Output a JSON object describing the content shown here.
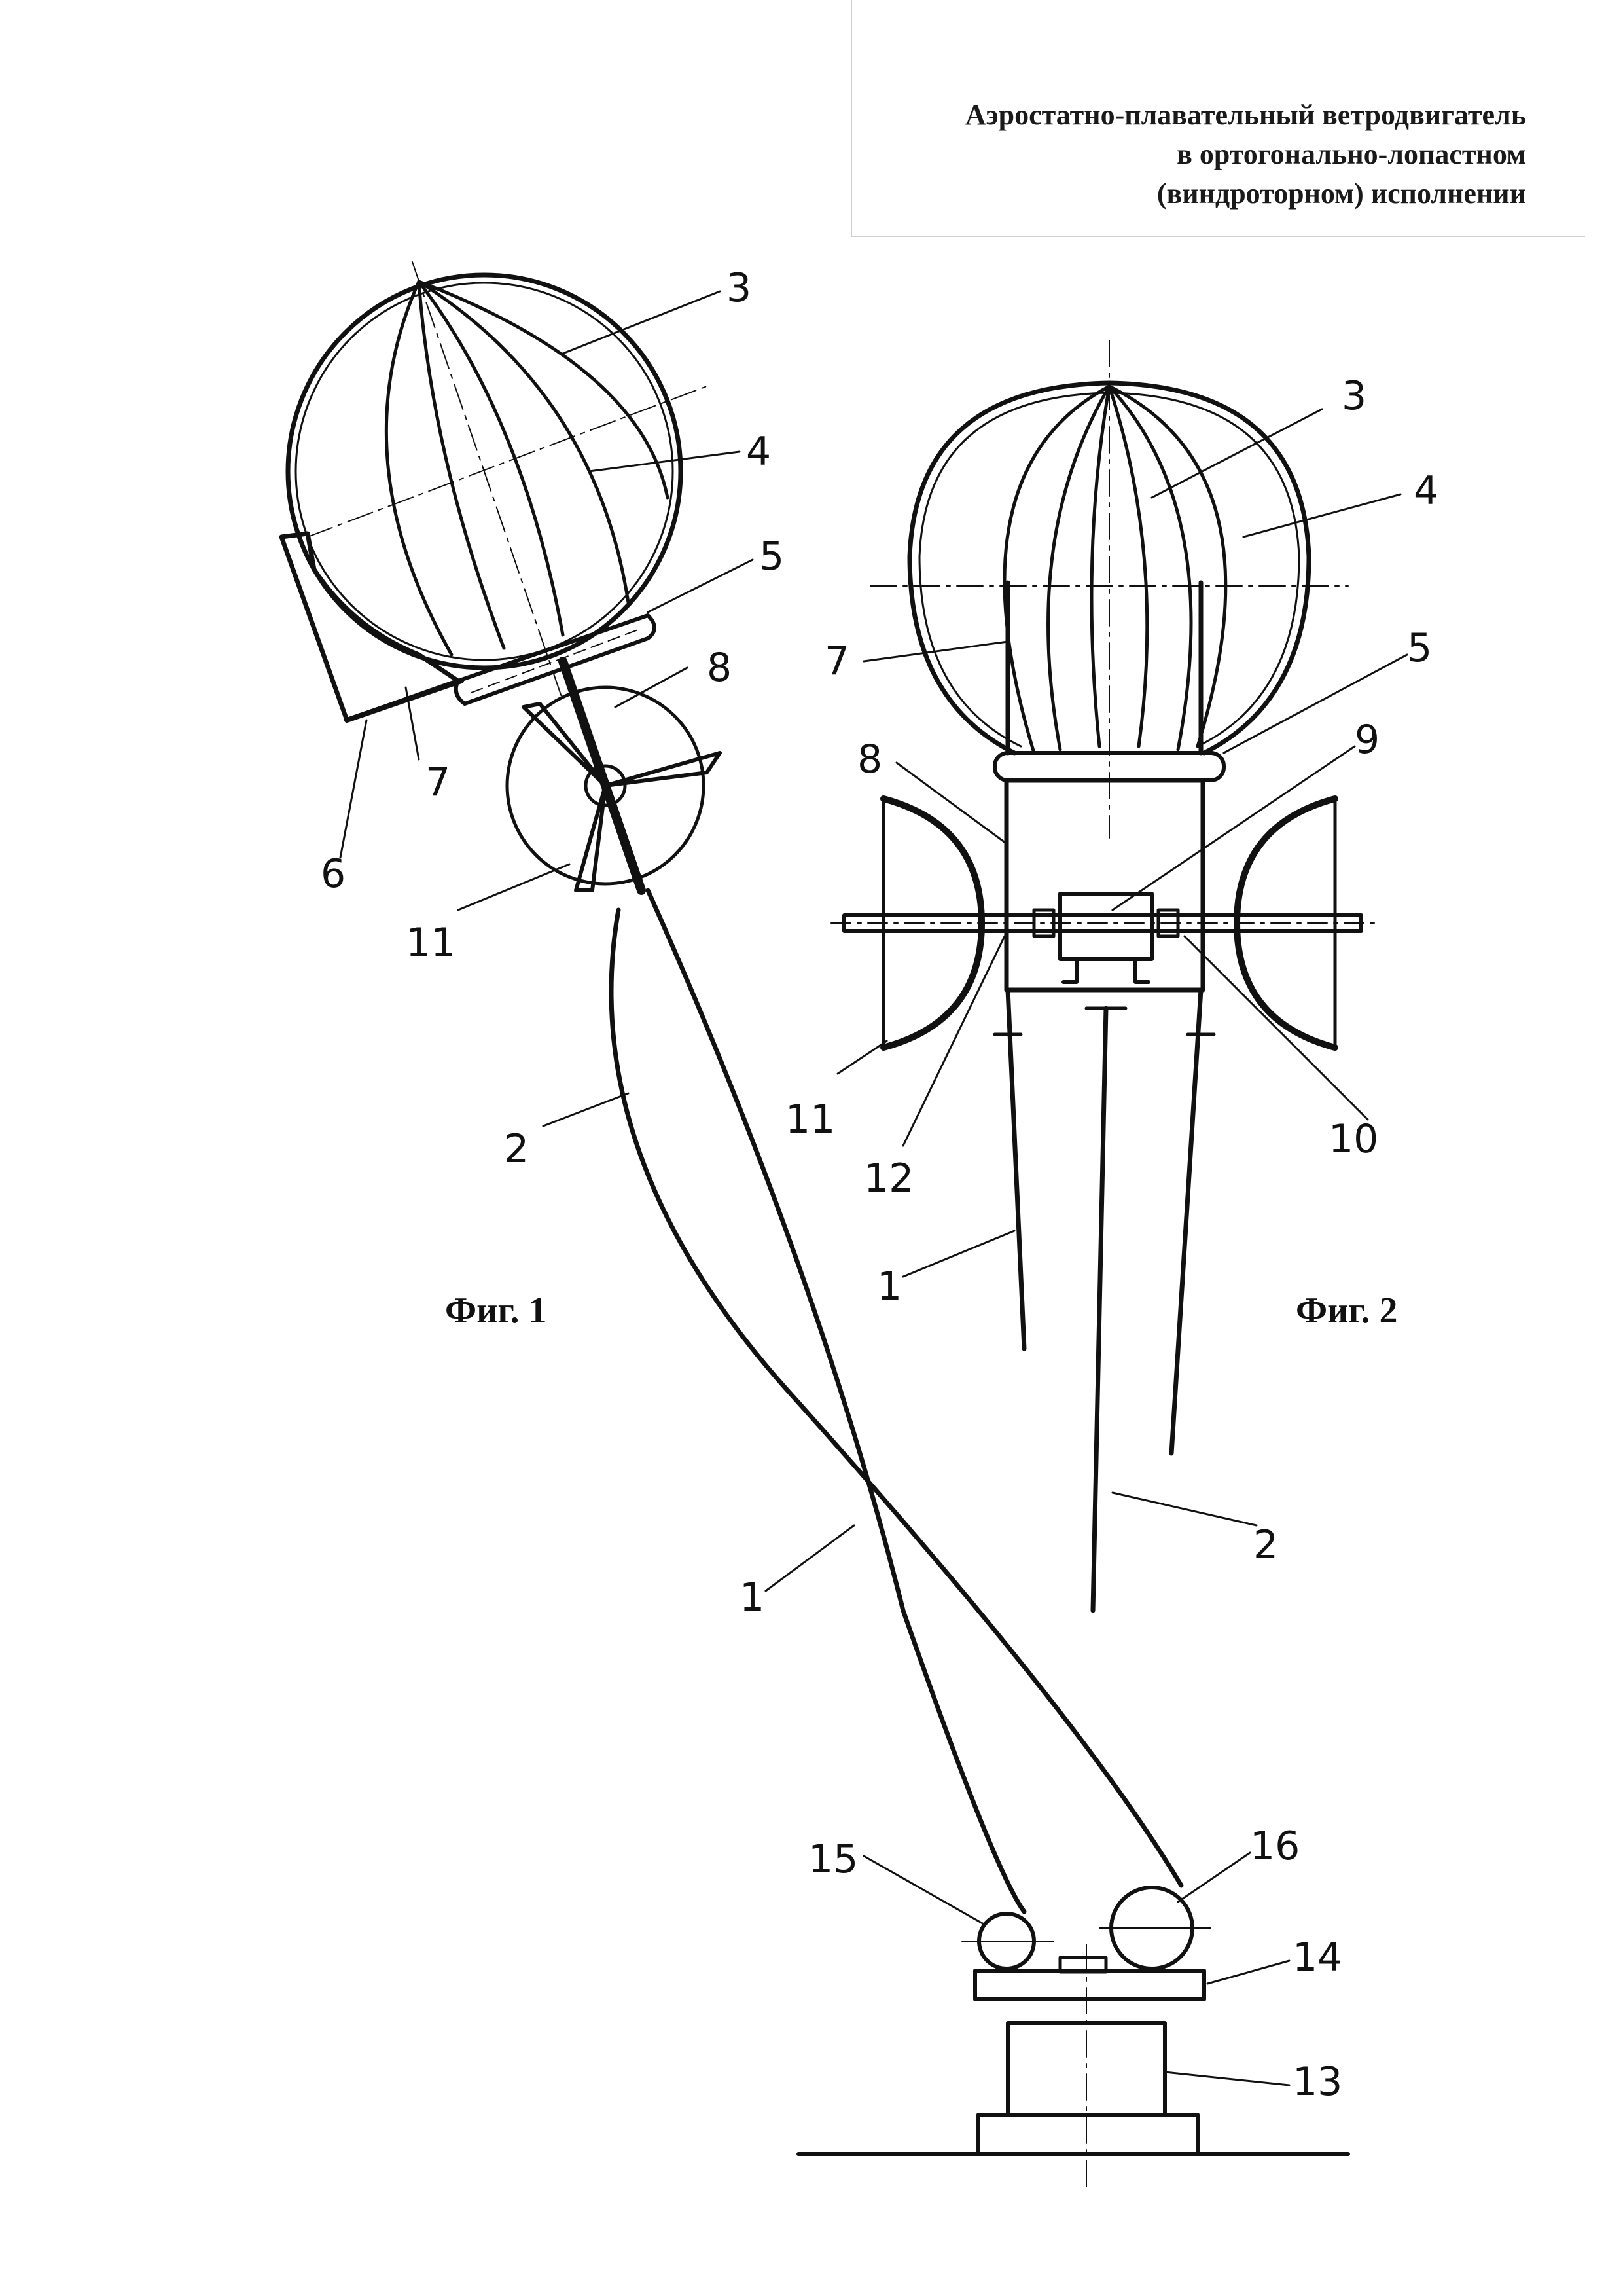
{
  "title": {
    "line1": "Аэростатно-плавательный ветродвигатель",
    "line2": "в ортогонально-лопастном",
    "line3": "(виндроторном) исполнении"
  },
  "figures": {
    "fig1": "Фиг. 1",
    "fig2": "Фиг. 2"
  },
  "fig1_labels": {
    "l3": "3",
    "l4": "4",
    "l5": "5",
    "l8": "8",
    "l7": "7",
    "l6": "6",
    "l11": "11",
    "l2": "2",
    "l1": "1",
    "l15": "15",
    "l16": "16",
    "l14": "14",
    "l13": "13"
  },
  "fig2_labels": {
    "l3": "3",
    "l4": "4",
    "l7": "7",
    "l5": "5",
    "l8": "8",
    "l9": "9",
    "l11": "11",
    "l12": "12",
    "l10": "10",
    "l1": "1",
    "l2": "2"
  }
}
